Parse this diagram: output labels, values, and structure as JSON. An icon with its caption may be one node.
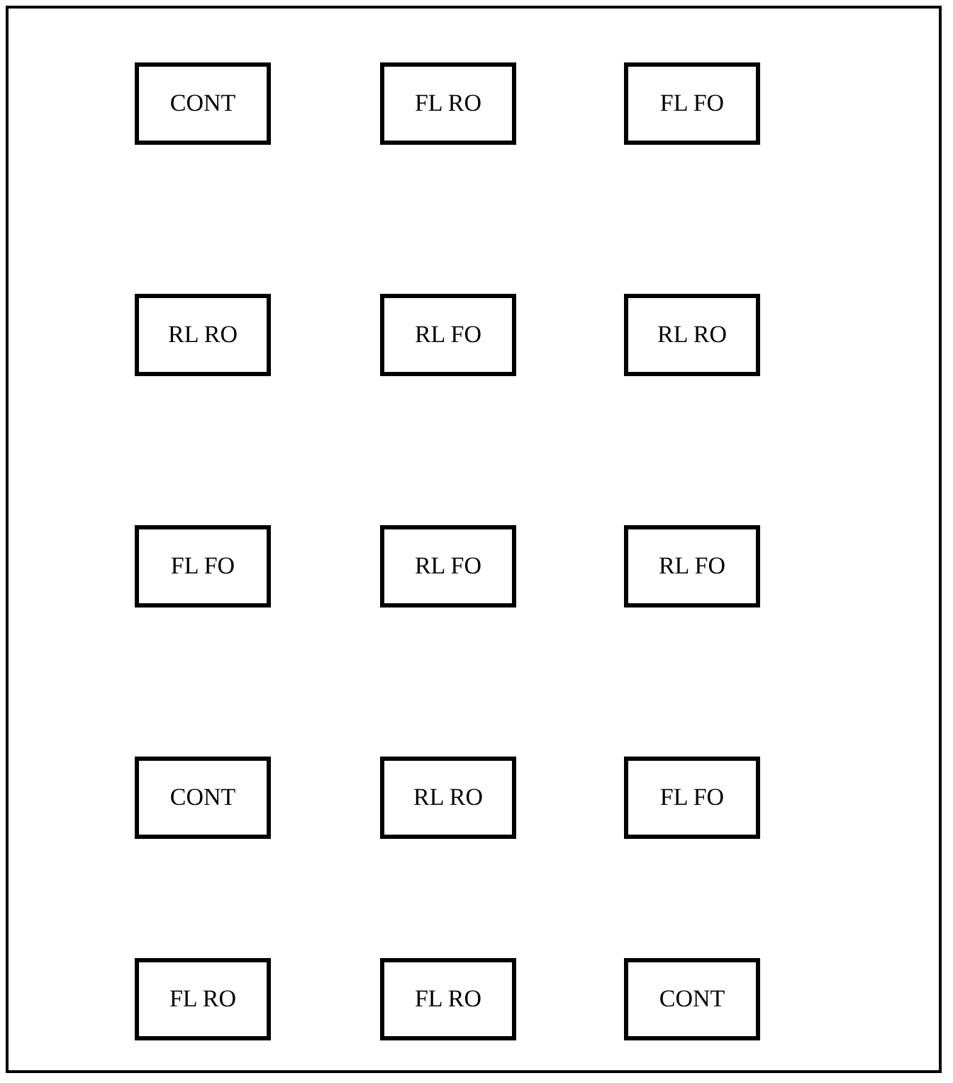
{
  "diagram": {
    "nodes": [
      {
        "text": [
          "CONT"
        ]
      },
      {
        "text": [
          "FL RO"
        ]
      },
      {
        "text": [
          "FL FO"
        ]
      },
      {
        "text": [
          "RL RO"
        ]
      },
      {
        "text": [
          "RL FO"
        ]
      },
      {
        "text": [
          "RL RO"
        ]
      },
      {
        "text": [
          "FL FO"
        ]
      },
      {
        "text": [
          "RL FO"
        ]
      },
      {
        "text": [
          "RL FO"
        ]
      },
      {
        "text": [
          "CONT"
        ]
      },
      {
        "text": [
          "RL RO"
        ]
      },
      {
        "text": [
          "FL FO"
        ]
      },
      {
        "text": [
          "FL RO"
        ]
      },
      {
        "text": [
          "FL RO"
        ]
      },
      {
        "text": [
          "CONT"
        ]
      }
    ]
  }
}
